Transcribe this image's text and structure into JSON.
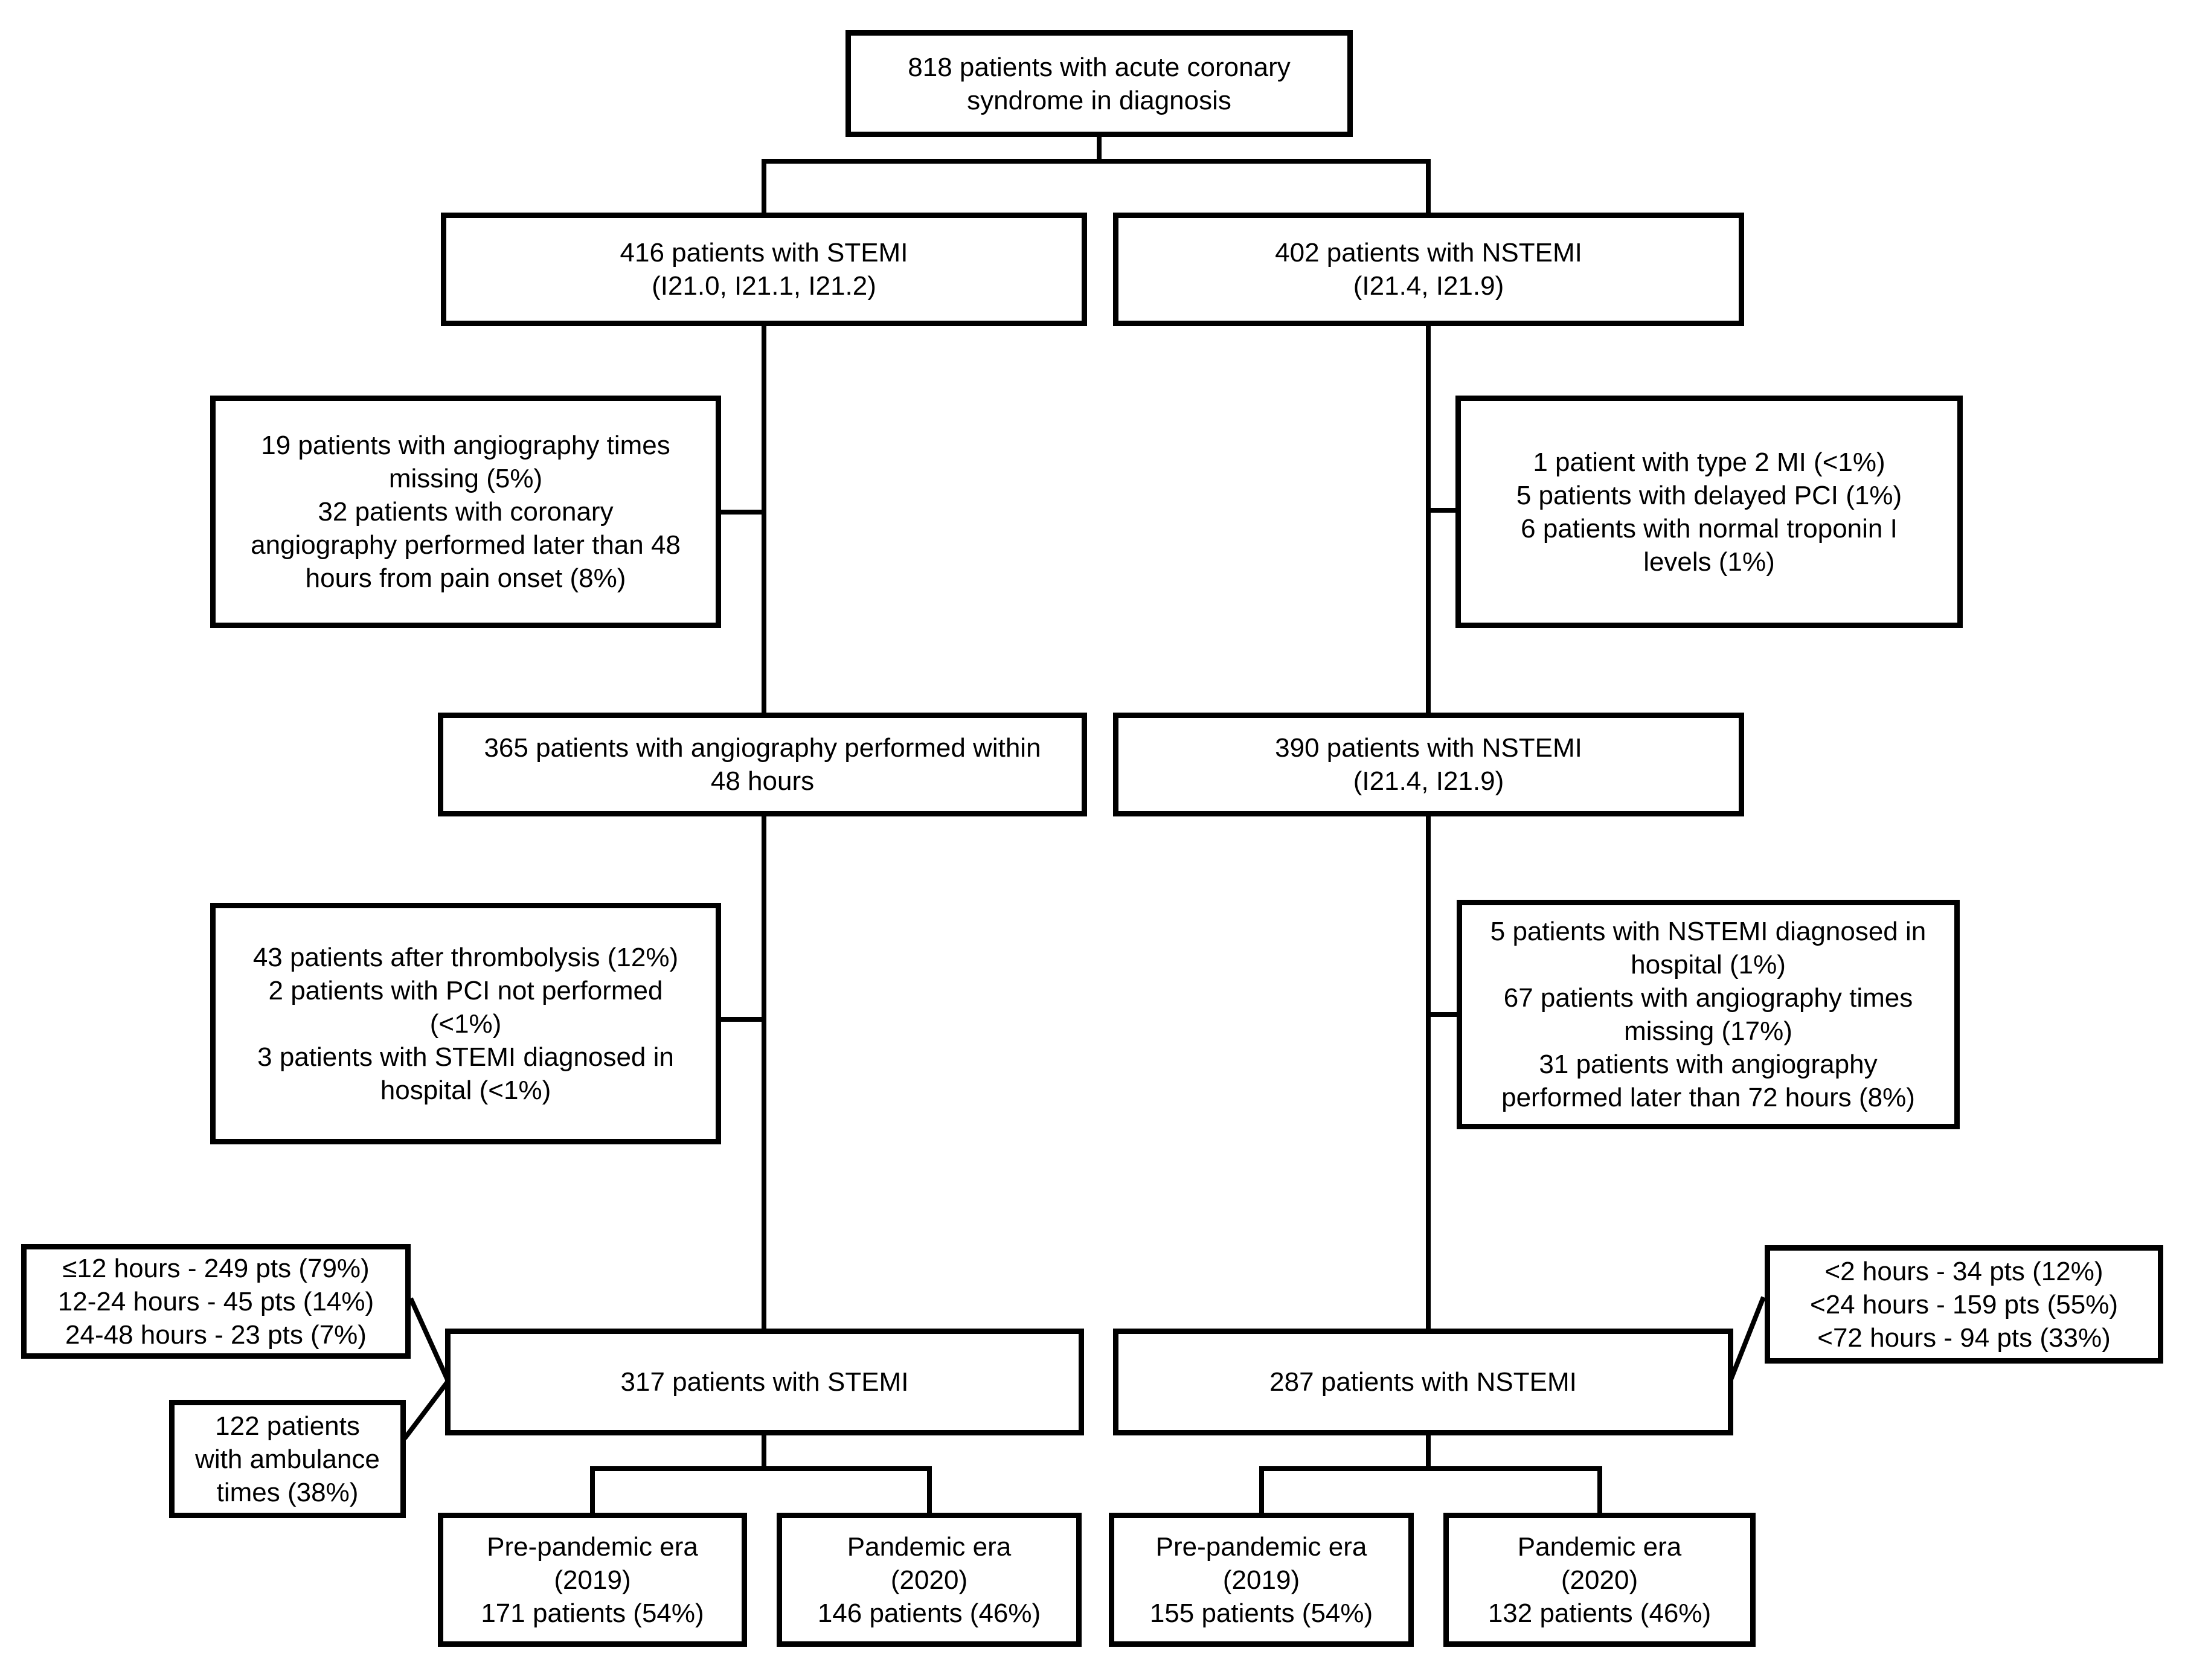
{
  "meta": {
    "title": "Patient flow diagram - acute coronary syndrome cohort",
    "colors": {
      "background": "#ffffff",
      "box_border": "#000000",
      "text": "#000000",
      "connector": "#000000"
    }
  },
  "diagram": {
    "boxes": {
      "acs_total": {
        "lines": [
          "818 patients with acute coronary",
          "syndrome in diagnosis"
        ]
      },
      "stemi_416": {
        "lines": [
          "416 patients with STEMI",
          "(I21.0, I21.1, I21.2)"
        ]
      },
      "nstemi_402": {
        "lines": [
          "402 patients with NSTEMI",
          "(I21.4, I21.9)"
        ]
      },
      "stemi_exclusion_1": {
        "lines": [
          "19 patients with angiography times",
          "missing (5%)",
          "32 patients with coronary",
          "angiography performed later than 48",
          "hours from pain onset (8%)"
        ]
      },
      "nstemi_exclusion_1": {
        "lines": [
          "1 patient with type 2 MI (<1%)",
          "5 patients with delayed PCI (1%)",
          "6 patients with normal troponin I",
          "levels (1%)"
        ]
      },
      "stemi_365": {
        "lines": [
          "365 patients with angiography performed within",
          "48 hours"
        ]
      },
      "nstemi_390": {
        "lines": [
          "390 patients with NSTEMI",
          "(I21.4, I21.9)"
        ]
      },
      "stemi_exclusion_2": {
        "lines": [
          "43 patients after thrombolysis (12%)",
          "2 patients with PCI not performed",
          "(<1%)",
          "3 patients with STEMI diagnosed in",
          "hospital (<1%)"
        ]
      },
      "nstemi_exclusion_2": {
        "lines": [
          "5 patients with NSTEMI diagnosed in",
          "hospital (1%)",
          "67 patients with angiography times",
          "missing (17%)",
          "31 patients with angiography",
          "performed later than 72 hours (8%)"
        ]
      },
      "stemi_pain_to_angio_times": {
        "lines": [
          "≤12 hours - 249 pts (79%)",
          "12-24 hours - 45 pts (14%)",
          "24-48 hours - 23 pts (7%)"
        ]
      },
      "nstemi_pain_to_angio_times": {
        "lines": [
          "<2 hours - 34 pts (12%)",
          "<24 hours - 159 pts (55%)",
          "<72 hours - 94 pts (33%)"
        ]
      },
      "ambulance_times": {
        "lines": [
          "122 patients",
          "with ambulance",
          "times (38%)"
        ]
      },
      "stemi_317": {
        "lines": [
          "317 patients with STEMI"
        ]
      },
      "nstemi_287": {
        "lines": [
          "287 patients with NSTEMI"
        ]
      },
      "stemi_pre_pandemic": {
        "lines": [
          "Pre-pandemic era",
          "(2019)",
          "171 patients (54%)"
        ]
      },
      "stemi_pandemic": {
        "lines": [
          "Pandemic era",
          "(2020)",
          "146 patients (46%)"
        ]
      },
      "nstemi_pre_pandemic": {
        "lines": [
          "Pre-pandemic era",
          "(2019)",
          "155 patients (54%)"
        ]
      },
      "nstemi_pandemic": {
        "lines": [
          "Pandemic era",
          "(2020)",
          "132 patients (46%)"
        ]
      }
    }
  }
}
